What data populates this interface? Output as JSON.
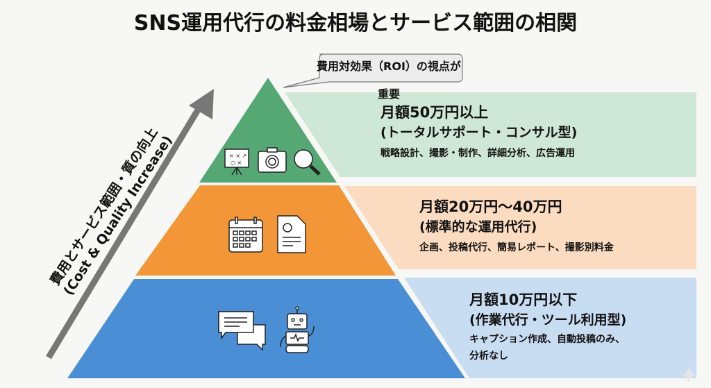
{
  "title": "SNS運用代行の料金相場とサービス範囲の相関",
  "callout": "費用対効果（ROI）の視点が重要",
  "axis": {
    "line1": "費用とサービス範囲・質の向上",
    "line2": "(Cost & Quality Increase)"
  },
  "tiers": [
    {
      "title": "月額50万円以上",
      "subtitle": "(トータルサポート・コンサル型)",
      "desc": "戦略設計、撮影・制作、詳細分析、広告運用",
      "icons": [
        "strategy-board-icon",
        "camera-icon",
        "magnifier-icon"
      ],
      "color": "#55a874",
      "panel": "#cfe7d6"
    },
    {
      "title": "月額20万円〜40万円",
      "subtitle": "(標準的な運用代行)",
      "desc": "企画、投稿代行、簡易レポート、撮影別料金",
      "icons": [
        "calendar-icon",
        "report-icon"
      ],
      "color": "#f39638",
      "panel": "#fbdcc1"
    },
    {
      "title": "月額10万円以下",
      "subtitle": "(作業代行・ツール利用型)",
      "desc1": "キャプション作成、自動投稿のみ、",
      "desc2": "分析なし",
      "icons": [
        "chat-bubbles-icon",
        "robot-icon"
      ],
      "color": "#4a8fd5",
      "panel": "#c9ddf2"
    }
  ]
}
